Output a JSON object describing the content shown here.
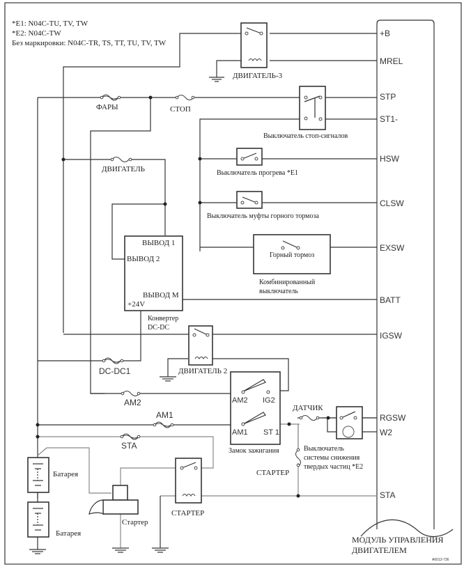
{
  "notes": [
    "*E1: N04C-TU, TV, TW",
    "*E2: N04C-TW",
    "Без маркировки: N04C-TR, TS, TT, TU, TV, TW"
  ],
  "ecm": {
    "label_line1": "МОДУЛЬ УПРАВЛЕНИЯ",
    "label_line2": "ДВИГАТЕЛЕМ",
    "pins": [
      "+B",
      "MREL",
      "STP",
      "ST1-",
      "HSW",
      "CLSW",
      "EXSW",
      "BATT",
      "IGSW",
      "RGSW",
      "W2",
      "STA"
    ]
  },
  "fuses": {
    "headlights": "ФАРЫ",
    "stop": "СТОП",
    "engine": "ДВИГАТЕЛЬ",
    "dcdc1": "DC-DC1",
    "am2": "AM2",
    "am1": "AM1",
    "sta": "STA",
    "sensor": "ДАТЧИК",
    "starter": "СТАРТЕР"
  },
  "relays": {
    "engine3": "ДВИГАТЕЛЬ-3",
    "engine2": "ДВИГАТЕЛЬ 2",
    "starter": "СТАРТЕР"
  },
  "components": {
    "stop_switch": "Выключатель стоп-сигналов",
    "warmup_switch": "Выключатель прогрева *E1",
    "clutch_switch": "Выключатель муфты горного тормоза",
    "exhaust_brake": "Горный тормоз",
    "combo_switch_line1": "Комбинированный",
    "combo_switch_line2": "выключатель",
    "converter_line1": "Конвертер",
    "converter_line2": "DC-DC",
    "converter_out1": "ВЫВОД 1",
    "converter_out2": "ВЫВОД 2",
    "converter_outM": "ВЫВОД М",
    "converter_24v": "+24V",
    "ignition_switch": "Замок зажигания",
    "ign_am2": "AM2",
    "ign_ig2": "IG2",
    "ign_am1": "AM1",
    "ign_st1": "ST 1",
    "dpf_switch_line1": "Выключатель",
    "dpf_switch_line2": "системы снижения",
    "dpf_switch_line3": "твердых частиц *E2",
    "battery1": "Батарея",
    "battery2": "Батарея",
    "starter_motor": "Стартер"
  },
  "figure_code": "A6013-736"
}
